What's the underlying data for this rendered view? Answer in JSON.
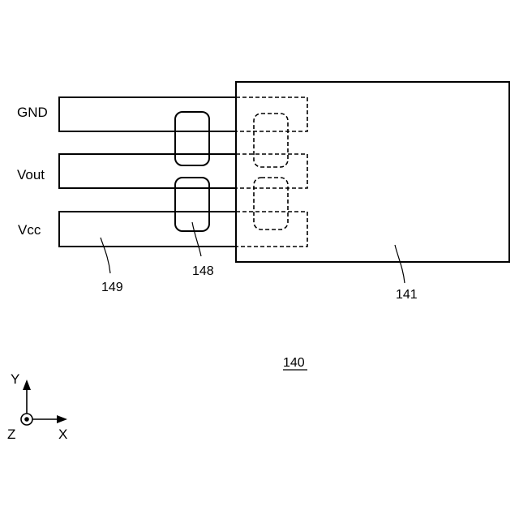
{
  "terminals": [
    {
      "label": "GND"
    },
    {
      "label": "Vout"
    },
    {
      "label": "Vcc"
    }
  ],
  "references": {
    "lead_frame": "149",
    "connector": "148",
    "chip": "141",
    "figure": "140"
  },
  "axes": {
    "y": "Y",
    "x": "X",
    "z": "Z"
  }
}
